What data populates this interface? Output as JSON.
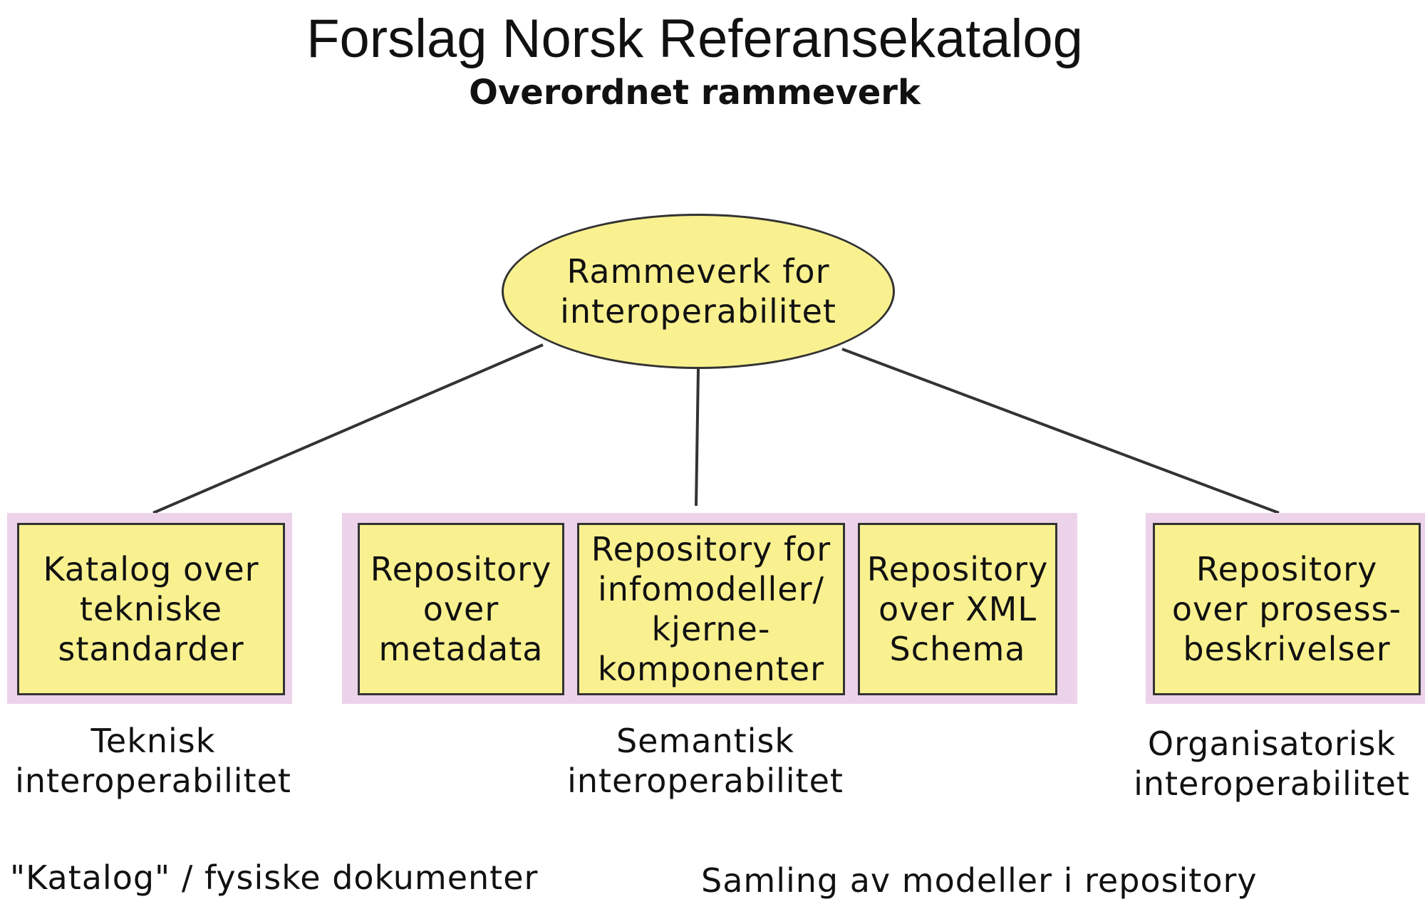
{
  "title": "Forslag Norsk Referansekatalog",
  "subtitle": "Overordnet rammeverk",
  "root": {
    "line1": "Rammeverk for",
    "line2": "interoperabilitet"
  },
  "boxes": {
    "teknisk": [
      "Katalog over",
      "tekniske",
      "standarder"
    ],
    "metadata": [
      "Repository",
      "over",
      "metadata"
    ],
    "infomodeller": [
      "Repository for",
      "infomodeller/",
      "kjerne-",
      "komponenter"
    ],
    "xml": [
      "Repository",
      "over XML",
      "Schema"
    ],
    "prosess": [
      "Repository",
      "over prosess-",
      "beskrivelser"
    ]
  },
  "captions": {
    "teknisk": [
      "Teknisk",
      "interoperabilitet"
    ],
    "semantisk": [
      "Semantisk",
      "interoperabilitet"
    ],
    "organisatorisk": [
      "Organisatorisk",
      "interoperabilitet"
    ]
  },
  "notes": {
    "left": "\"Katalog\" / fysiske dokumenter",
    "right": "Samling av modeller i repository"
  },
  "colors": {
    "node_fill": "#f9f190",
    "group_fill": "#ecd3ea",
    "stroke": "#333333"
  }
}
